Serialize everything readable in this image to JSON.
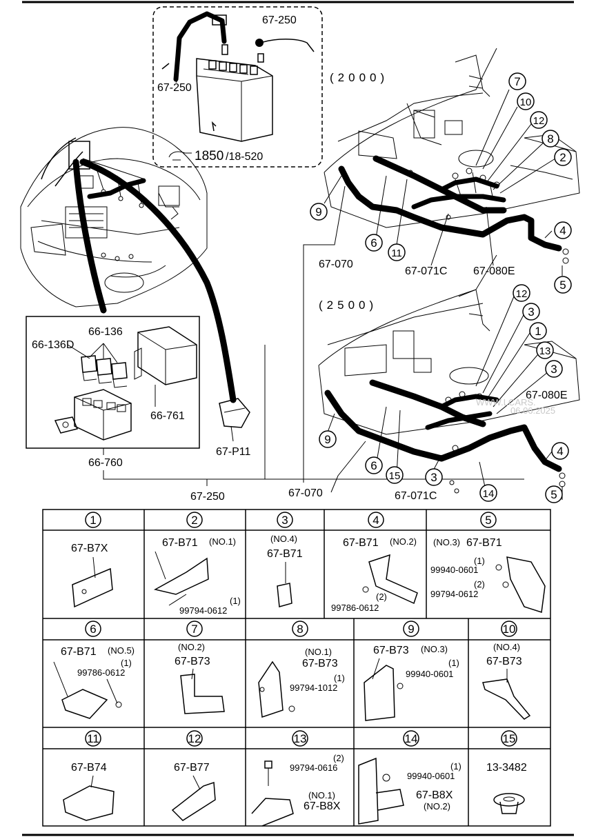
{
  "inset_battery": {
    "cable_pos": "67-250",
    "cable_neg": "67-250",
    "ref": "1850",
    "ref_sub": "/18-520"
  },
  "section_2000": {
    "title": "(2000)",
    "labels": [
      "67-070",
      "67-071C",
      "67-080E"
    ],
    "callouts": [
      "7",
      "10",
      "12",
      "8",
      "2",
      "4",
      "5",
      "9",
      "6",
      "11"
    ]
  },
  "section_2500": {
    "title": "(2500)",
    "labels": [
      "67-070",
      "67-071C",
      "67-080E"
    ],
    "callouts": [
      "12",
      "3",
      "1",
      "13",
      "3",
      "4",
      "5",
      "9",
      "6",
      "15",
      "3",
      "14"
    ]
  },
  "relay_box": {
    "labels": [
      "66-136D",
      "66-136",
      "66-761",
      "66-760"
    ]
  },
  "main_labels": {
    "p11": "67-P11",
    "main_cable": "67-250"
  },
  "watermark": {
    "line1": "WWW.LCARS.",
    "line2": "06.06.2025"
  },
  "parts_table": {
    "row1": [
      {
        "num": "1",
        "lines": [
          "67-B7X"
        ]
      },
      {
        "num": "2",
        "lines": [
          "67-B71",
          "(NO.1)",
          "(1)",
          "99794-0612"
        ]
      },
      {
        "num": "3",
        "lines": [
          "(NO.4)",
          "67-B71"
        ]
      },
      {
        "num": "4",
        "lines": [
          "67-B71",
          "(NO.2)",
          "(2)",
          "99786-0612"
        ]
      },
      {
        "num": "5",
        "lines": [
          "(NO.3)",
          "67-B71",
          "(1)",
          "99940-0601",
          "(2)",
          "99794-0612"
        ]
      }
    ],
    "row2": [
      {
        "num": "6",
        "lines": [
          "67-B71",
          "(NO.5)",
          "(1)",
          "99786-0612"
        ]
      },
      {
        "num": "7",
        "lines": [
          "(NO.2)",
          "67-B73"
        ]
      },
      {
        "num": "8",
        "lines": [
          "(NO.1)",
          "67-B73",
          "(1)",
          "99794-1012"
        ]
      },
      {
        "num": "9",
        "lines": [
          "67-B73",
          "(NO.3)",
          "(1)",
          "99940-0601"
        ]
      },
      {
        "num": "10",
        "lines": [
          "(NO.4)",
          "67-B73"
        ]
      }
    ],
    "row3": [
      {
        "num": "11",
        "lines": [
          "67-B74"
        ]
      },
      {
        "num": "12",
        "lines": [
          "67-B77"
        ]
      },
      {
        "num": "13",
        "lines": [
          "(2)",
          "99794-0616",
          "(NO.1)",
          "67-B8X"
        ]
      },
      {
        "num": "14",
        "lines": [
          "(1)",
          "99940-0601",
          "67-B8X",
          "(NO.2)"
        ]
      },
      {
        "num": "15",
        "lines": [
          "13-3482"
        ]
      }
    ]
  }
}
